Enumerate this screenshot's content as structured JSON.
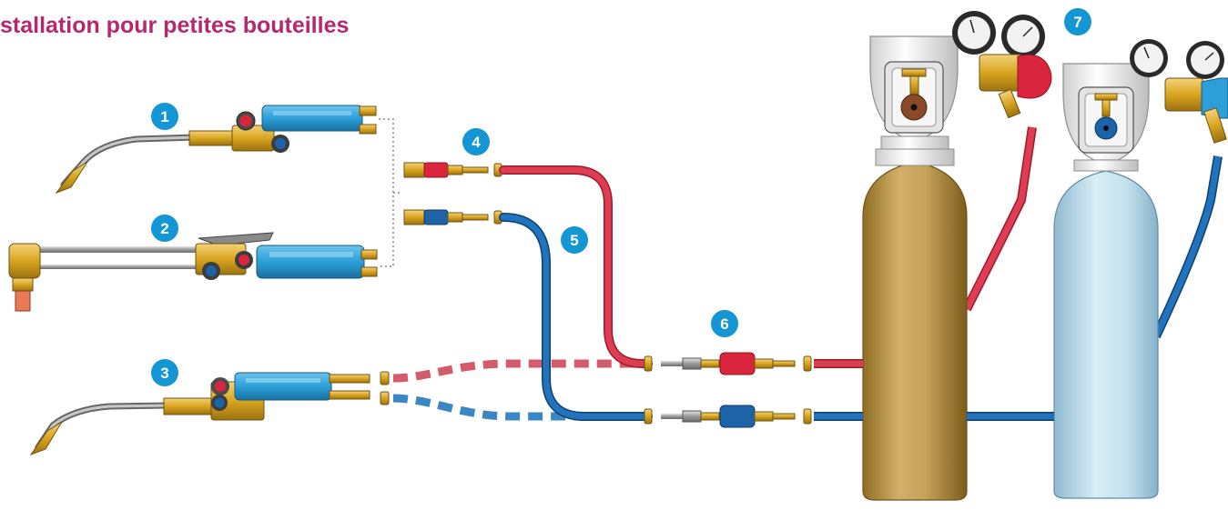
{
  "title": "stallation pour petites bouteilles",
  "colors": {
    "title": "#b5286e",
    "badge": "#1496d4",
    "hose_red": "#d9263e",
    "hose_blue": "#1d63a8",
    "brass": "#d9a520",
    "handle_blue": "#2d9fd8",
    "bottle_gold": "#b89540",
    "bottle_lightblue": "#b9dbea"
  },
  "labels": [
    {
      "id": "torch-1",
      "number": "1"
    },
    {
      "id": "torch-2",
      "number": "2"
    },
    {
      "id": "torch-3",
      "number": "3"
    },
    {
      "id": "hose-red",
      "number": "4"
    },
    {
      "id": "hose-blue",
      "number": "5"
    },
    {
      "id": "couplings",
      "number": "6"
    },
    {
      "id": "bottles",
      "number": "7"
    }
  ],
  "icons": [
    "welding-torch-icon",
    "cutting-torch-icon",
    "hose-icon",
    "quick-coupling-icon",
    "gas-bottle-icon",
    "pressure-gauge-icon"
  ]
}
